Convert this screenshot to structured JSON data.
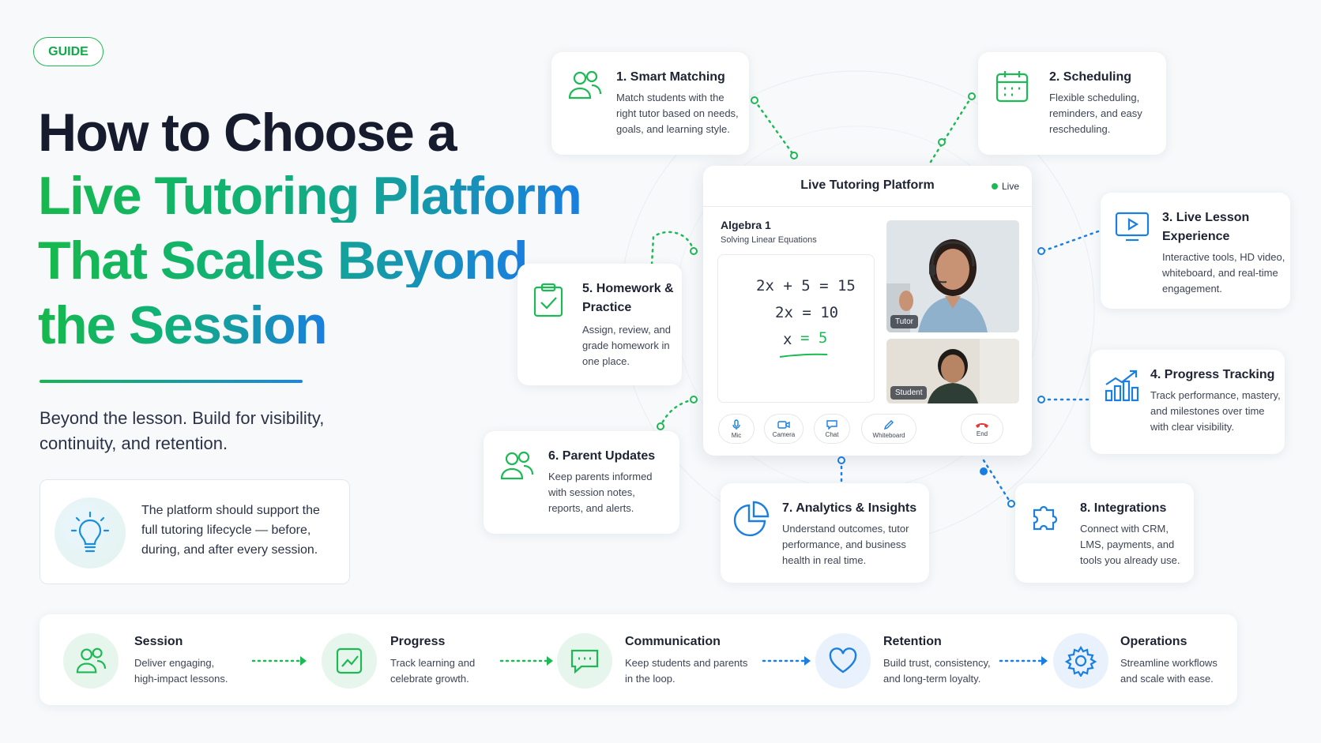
{
  "tag": "GUIDE",
  "hero": {
    "line1": "How to Choose a",
    "line2": "Live Tutoring Platform",
    "line3": "That Scales Beyond",
    "line4": "the Session"
  },
  "subtitle": "Beyond the lesson. Build for visibility, continuity, and retention.",
  "callout": "The platform should support the full tutoring lifecycle — before, during, and after every session.",
  "panel": {
    "title": "Live Tutoring Platform",
    "live": "Live",
    "course": "Algebra 1",
    "lesson": "Solving Linear Equations",
    "eq1": "2x + 5 = 15",
    "eq2": "2x = 10",
    "eq3_left": "x",
    "eq3_right": "= 5",
    "tutor_label": "Tutor",
    "student_label": "Student",
    "controls": {
      "mic": "Mic",
      "camera": "Camera",
      "chat": "Chat",
      "whiteboard": "Whiteboard",
      "end": "End"
    }
  },
  "features": [
    {
      "title": "1. Smart Matching",
      "desc": "Match students with the right tutor based on needs, goals, and learning style.",
      "icon": "users-icon"
    },
    {
      "title": "2. Scheduling",
      "desc": "Flexible scheduling, reminders, and easy rescheduling.",
      "icon": "calendar-icon"
    },
    {
      "title": "3. Live Lesson Experience",
      "desc": "Interactive tools, HD video, whiteboard, and real-time engagement.",
      "icon": "monitor-play-icon"
    },
    {
      "title": "4. Progress Tracking",
      "desc": "Track performance, mastery, and milestones over time with clear visibility.",
      "icon": "bar-chart-icon"
    },
    {
      "title": "5. Homework & Practice",
      "desc": "Assign, review, and grade homework in one place.",
      "icon": "clipboard-check-icon"
    },
    {
      "title": "6. Parent Updates",
      "desc": "Keep parents informed with session notes, reports, and alerts.",
      "icon": "users-icon"
    },
    {
      "title": "7. Analytics & Insights",
      "desc": "Understand outcomes, tutor performance, and business health in real time.",
      "icon": "pie-chart-icon"
    },
    {
      "title": "8. Integrations",
      "desc": "Connect with CRM, LMS, payments, and tools you already use.",
      "icon": "puzzle-icon"
    }
  ],
  "steps": [
    {
      "title": "Session",
      "desc": "Deliver engaging, high-impact lessons.",
      "icon": "users-icon"
    },
    {
      "title": "Progress",
      "desc": "Track learning and celebrate growth.",
      "icon": "trend-chart-icon"
    },
    {
      "title": "Communication",
      "desc": "Keep students and parents in the loop.",
      "icon": "chat-icon"
    },
    {
      "title": "Retention",
      "desc": "Build trust, consistency, and long-term loyalty.",
      "icon": "heart-icon"
    },
    {
      "title": "Operations",
      "desc": "Streamline workflows and scale with ease.",
      "icon": "gear-icon"
    }
  ],
  "colors": {
    "green": "#1db954",
    "blue": "#1a7fe0",
    "end": "#e53935"
  }
}
